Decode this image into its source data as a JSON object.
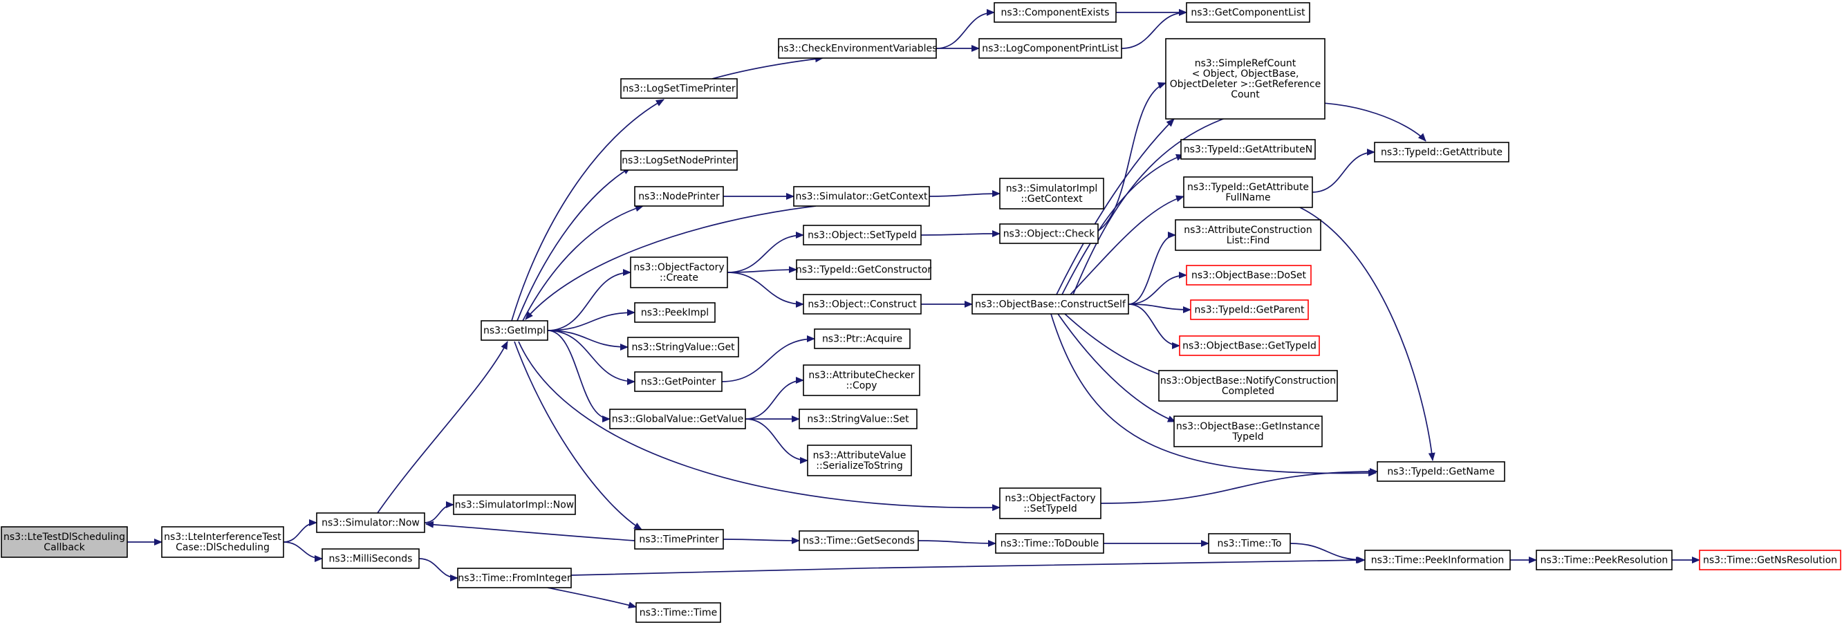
{
  "colors": {
    "edge": "#191970",
    "node_border": "#000000",
    "node_fill": "#ffffff",
    "root_fill": "#bfbfbf",
    "truncated_border": "#ff0000"
  },
  "nodes": [
    {
      "id": "root",
      "lines": [
        "ns3::LteTestDlScheduling",
        "Callback"
      ],
      "kind": "root"
    },
    {
      "id": "lte_dlsched",
      "lines": [
        "ns3::LteInterferenceTest",
        "Case::DlScheduling"
      ]
    },
    {
      "id": "sim_now",
      "lines": [
        "ns3::Simulator::Now"
      ]
    },
    {
      "id": "millis",
      "lines": [
        "ns3::MilliSeconds"
      ]
    },
    {
      "id": "simimpl_now",
      "lines": [
        "ns3::SimulatorImpl::Now"
      ]
    },
    {
      "id": "getimpl",
      "lines": [
        "ns3::GetImpl"
      ]
    },
    {
      "id": "time_fromint",
      "lines": [
        "ns3::Time::FromInteger"
      ]
    },
    {
      "id": "time_time",
      "lines": [
        "ns3::Time::Time"
      ]
    },
    {
      "id": "logsettimeprinter",
      "lines": [
        "ns3::LogSetTimePrinter"
      ]
    },
    {
      "id": "logsetnodeprinter",
      "lines": [
        "ns3::LogSetNodePrinter"
      ]
    },
    {
      "id": "nodeprinter",
      "lines": [
        "ns3::NodePrinter"
      ]
    },
    {
      "id": "objfactory_create",
      "lines": [
        "ns3::ObjectFactory",
        "::Create"
      ]
    },
    {
      "id": "peekimpl",
      "lines": [
        "ns3::PeekImpl"
      ]
    },
    {
      "id": "stringvalue_get",
      "lines": [
        "ns3::StringValue::Get"
      ]
    },
    {
      "id": "getpointer",
      "lines": [
        "ns3::GetPointer"
      ]
    },
    {
      "id": "globalvalue_getvalue",
      "lines": [
        "ns3::GlobalValue::GetValue"
      ]
    },
    {
      "id": "timeprinter",
      "lines": [
        "ns3::TimePrinter"
      ]
    },
    {
      "id": "checkenv",
      "lines": [
        "ns3::CheckEnvironmentVariables"
      ]
    },
    {
      "id": "sim_getcontext",
      "lines": [
        "ns3::Simulator::GetContext"
      ]
    },
    {
      "id": "object_settypeid",
      "lines": [
        "ns3::Object::SetTypeId"
      ]
    },
    {
      "id": "typeid_getconstructor",
      "lines": [
        "ns3::TypeId::GetConstructor"
      ]
    },
    {
      "id": "object_construct",
      "lines": [
        "ns3::Object::Construct"
      ]
    },
    {
      "id": "ptr_acquire",
      "lines": [
        "ns3::Ptr::Acquire"
      ]
    },
    {
      "id": "attrchecker_copy",
      "lines": [
        "ns3::AttributeChecker",
        "::Copy"
      ]
    },
    {
      "id": "stringvalue_set",
      "lines": [
        "ns3::StringValue::Set"
      ]
    },
    {
      "id": "attrvalue_serialize",
      "lines": [
        "ns3::AttributeValue",
        "::SerializeToString"
      ]
    },
    {
      "id": "time_getseconds",
      "lines": [
        "ns3::Time::GetSeconds"
      ]
    },
    {
      "id": "componentexists",
      "lines": [
        "ns3::ComponentExists"
      ]
    },
    {
      "id": "logcomponentprintlist",
      "lines": [
        "ns3::LogComponentPrintList"
      ]
    },
    {
      "id": "simimpl_getcontext",
      "lines": [
        "ns3::SimulatorImpl",
        "::GetContext"
      ]
    },
    {
      "id": "object_check",
      "lines": [
        "ns3::Object::Check"
      ]
    },
    {
      "id": "objbase_constructself",
      "lines": [
        "ns3::ObjectBase::ConstructSelf"
      ]
    },
    {
      "id": "objfactory_settypeid",
      "lines": [
        "ns3::ObjectFactory",
        "::SetTypeId"
      ]
    },
    {
      "id": "time_todouble",
      "lines": [
        "ns3::Time::ToDouble"
      ]
    },
    {
      "id": "getcomponentlist",
      "lines": [
        "ns3::GetComponentList"
      ]
    },
    {
      "id": "simplerefcount",
      "lines": [
        "ns3::SimpleRefCount",
        "< Object, ObjectBase,",
        "ObjectDeleter >::GetReference",
        "Count"
      ]
    },
    {
      "id": "typeid_getattributen",
      "lines": [
        "ns3::TypeId::GetAttributeN"
      ]
    },
    {
      "id": "typeid_getattrfullname",
      "lines": [
        "ns3::TypeId::GetAttribute",
        "FullName"
      ]
    },
    {
      "id": "attrconstruction_find",
      "lines": [
        "ns3::AttributeConstruction",
        "List::Find"
      ]
    },
    {
      "id": "objbase_doset",
      "lines": [
        "ns3::ObjectBase::DoSet"
      ],
      "kind": "truncated"
    },
    {
      "id": "typeid_getparent",
      "lines": [
        "ns3::TypeId::GetParent"
      ],
      "kind": "truncated"
    },
    {
      "id": "objbase_gettypeid",
      "lines": [
        "ns3::ObjectBase::GetTypeId"
      ],
      "kind": "truncated"
    },
    {
      "id": "objbase_notify",
      "lines": [
        "ns3::ObjectBase::NotifyConstruction",
        "Completed"
      ]
    },
    {
      "id": "objbase_getinstancetypeid",
      "lines": [
        "ns3::ObjectBase::GetInstance",
        "TypeId"
      ]
    },
    {
      "id": "time_to",
      "lines": [
        "ns3::Time::To"
      ]
    },
    {
      "id": "typeid_getattribute",
      "lines": [
        "ns3::TypeId::GetAttribute"
      ]
    },
    {
      "id": "typeid_getname",
      "lines": [
        "ns3::TypeId::GetName"
      ]
    },
    {
      "id": "time_peekinformation",
      "lines": [
        "ns3::Time::PeekInformation"
      ]
    },
    {
      "id": "time_peekresolution",
      "lines": [
        "ns3::Time::PeekResolution"
      ]
    },
    {
      "id": "time_getnsresolution",
      "lines": [
        "ns3::Time::GetNsResolution"
      ],
      "kind": "truncated"
    }
  ],
  "edges": [
    [
      "root",
      "lte_dlsched"
    ],
    [
      "lte_dlsched",
      "sim_now"
    ],
    [
      "lte_dlsched",
      "millis"
    ],
    [
      "sim_now",
      "simimpl_now"
    ],
    [
      "sim_now",
      "getimpl"
    ],
    [
      "millis",
      "time_fromint"
    ],
    [
      "time_fromint",
      "time_time"
    ],
    [
      "time_fromint",
      "time_peekinformation"
    ],
    [
      "getimpl",
      "logsettimeprinter"
    ],
    [
      "getimpl",
      "logsetnodeprinter"
    ],
    [
      "getimpl",
      "nodeprinter"
    ],
    [
      "getimpl",
      "objfactory_create"
    ],
    [
      "getimpl",
      "peekimpl"
    ],
    [
      "getimpl",
      "stringvalue_get"
    ],
    [
      "getimpl",
      "getpointer"
    ],
    [
      "getimpl",
      "globalvalue_getvalue"
    ],
    [
      "getimpl",
      "timeprinter"
    ],
    [
      "getimpl",
      "objfactory_settypeid"
    ],
    [
      "sim_getcontext",
      "getimpl"
    ],
    [
      "timeprinter",
      "sim_now"
    ],
    [
      "timeprinter",
      "time_getseconds"
    ],
    [
      "logsettimeprinter",
      "checkenv"
    ],
    [
      "checkenv",
      "componentexists"
    ],
    [
      "checkenv",
      "logcomponentprintlist"
    ],
    [
      "componentexists",
      "getcomponentlist"
    ],
    [
      "logcomponentprintlist",
      "getcomponentlist"
    ],
    [
      "nodeprinter",
      "sim_getcontext"
    ],
    [
      "sim_getcontext",
      "simimpl_getcontext"
    ],
    [
      "objfactory_create",
      "object_settypeid"
    ],
    [
      "objfactory_create",
      "typeid_getconstructor"
    ],
    [
      "objfactory_create",
      "object_construct"
    ],
    [
      "object_settypeid",
      "object_check"
    ],
    [
      "object_check",
      "simplerefcount"
    ],
    [
      "object_construct",
      "objbase_constructself"
    ],
    [
      "getpointer",
      "ptr_acquire"
    ],
    [
      "globalvalue_getvalue",
      "attrchecker_copy"
    ],
    [
      "globalvalue_getvalue",
      "stringvalue_set"
    ],
    [
      "globalvalue_getvalue",
      "attrvalue_serialize"
    ],
    [
      "objbase_constructself",
      "typeid_getattribute"
    ],
    [
      "objbase_constructself",
      "typeid_getattributen"
    ],
    [
      "objbase_constructself",
      "typeid_getattrfullname"
    ],
    [
      "objbase_constructself",
      "attrconstruction_find"
    ],
    [
      "objbase_constructself",
      "objbase_doset"
    ],
    [
      "objbase_constructself",
      "typeid_getparent"
    ],
    [
      "objbase_constructself",
      "objbase_gettypeid"
    ],
    [
      "objbase_constructself",
      "objbase_notify"
    ],
    [
      "objbase_constructself",
      "objbase_getinstancetypeid"
    ],
    [
      "objbase_constructself",
      "typeid_getname"
    ],
    [
      "objbase_constructself",
      "simplerefcount"
    ],
    [
      "typeid_getattrfullname",
      "typeid_getattribute"
    ],
    [
      "typeid_getattrfullname",
      "typeid_getname"
    ],
    [
      "objfactory_settypeid",
      "typeid_getname"
    ],
    [
      "time_getseconds",
      "time_todouble"
    ],
    [
      "time_todouble",
      "time_to"
    ],
    [
      "time_to",
      "time_peekinformation"
    ],
    [
      "time_peekinformation",
      "time_peekresolution"
    ],
    [
      "time_peekresolution",
      "time_getnsresolution"
    ]
  ]
}
